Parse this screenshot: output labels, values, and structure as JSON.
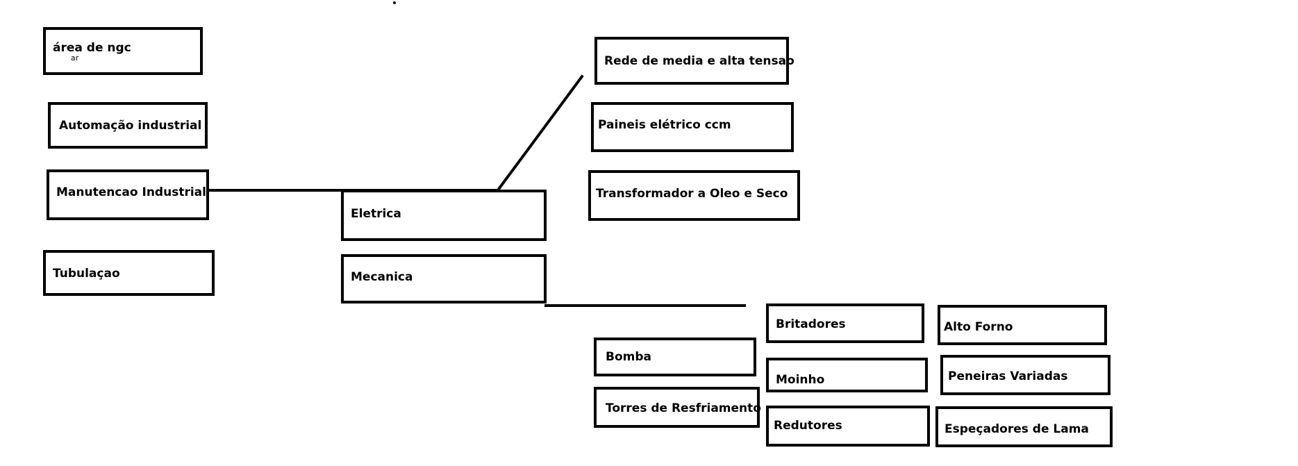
{
  "left_column": {
    "area_ngc": "área de ngc",
    "area_ngc_sub": "ar",
    "automacao": "Automação industrial",
    "manutencao": "Manutencao Industrial",
    "tubulacao": "Tubulaçao"
  },
  "middle_column": {
    "eletrica": "Eletrica",
    "mecanica": "Mecanica"
  },
  "eletrica_children": {
    "rede": "Rede de media e alta tensao",
    "paineis": "Paineis elétrico ccm",
    "transformador": "Transformador a Oleo e Seco"
  },
  "mecanica_children": {
    "bomba": "Bomba",
    "torres": "Torres de Resfriamento",
    "britadores": "Britadores",
    "moinho": "Moinho",
    "redutores": "Redutores",
    "alto_forno": "Alto Forno",
    "peneiras": "Peneiras Variadas",
    "especadores": "Espeçadores de Lama"
  },
  "colors": {
    "stroke": "#000000",
    "background": "#ffffff"
  }
}
